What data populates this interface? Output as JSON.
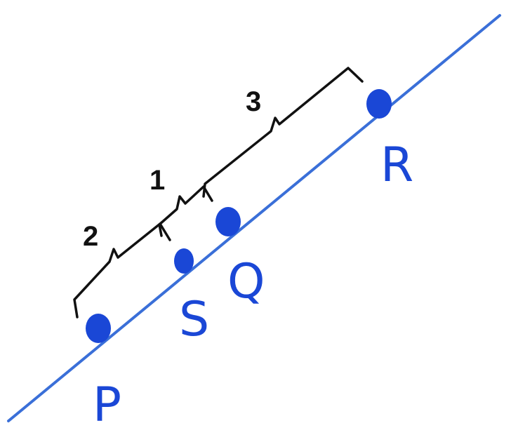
{
  "colors": {
    "line": "#3a6fd8",
    "point": "#1a47d6",
    "bracket": "#111111",
    "label": "#1a47d6"
  },
  "points": {
    "p": "P",
    "s": "S",
    "q": "Q",
    "r": "R"
  },
  "segments": {
    "ps": "2",
    "sq": "1",
    "qr": "3"
  }
}
